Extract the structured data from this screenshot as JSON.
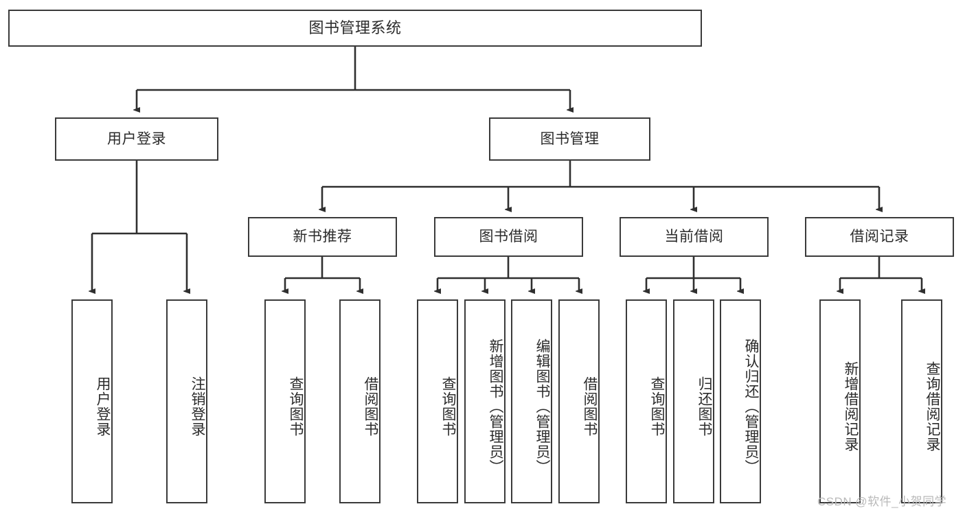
{
  "diagram": {
    "type": "tree",
    "title": "图书管理系统",
    "root": {
      "label": "图书管理系统",
      "orientation": "horizontal"
    },
    "level1": [
      {
        "label": "用户登录",
        "orientation": "horizontal"
      },
      {
        "label": "图书管理",
        "orientation": "horizontal"
      }
    ],
    "level2": [
      {
        "label": "新书推荐",
        "orientation": "horizontal",
        "parent": "图书管理"
      },
      {
        "label": "图书借阅",
        "orientation": "horizontal",
        "parent": "图书管理"
      },
      {
        "label": "当前借阅",
        "orientation": "horizontal",
        "parent": "图书管理"
      },
      {
        "label": "借阅记录",
        "orientation": "horizontal",
        "parent": "图书管理"
      }
    ],
    "leaves": {
      "user_login": [
        {
          "label": "用户登录",
          "orientation": "vertical"
        },
        {
          "label": "注销登录",
          "orientation": "vertical"
        }
      ],
      "new_book_recommend": [
        {
          "label": "查询图书",
          "orientation": "vertical"
        },
        {
          "label": "借阅图书",
          "orientation": "vertical"
        }
      ],
      "book_borrow": [
        {
          "label": "查询图书",
          "orientation": "vertical"
        },
        {
          "label": "新增图书（管理员）",
          "orientation": "vertical"
        },
        {
          "label": "编辑图书（管理员）",
          "orientation": "vertical"
        },
        {
          "label": "借阅图书",
          "orientation": "vertical"
        }
      ],
      "current_borrow": [
        {
          "label": "查询图书",
          "orientation": "vertical"
        },
        {
          "label": "归还图书",
          "orientation": "vertical"
        },
        {
          "label": "确认归还（管理员）",
          "orientation": "vertical"
        }
      ],
      "borrow_record": [
        {
          "label": "新增借阅记录",
          "orientation": "vertical"
        },
        {
          "label": "查询借阅记录",
          "orientation": "vertical"
        }
      ]
    }
  },
  "watermark": {
    "text": "CSDN @软件_小贺同学"
  },
  "colors": {
    "stroke": "#3a3a3a",
    "text": "#2b2b2b",
    "background": "#ffffff",
    "watermark": "#b9b9b9"
  }
}
